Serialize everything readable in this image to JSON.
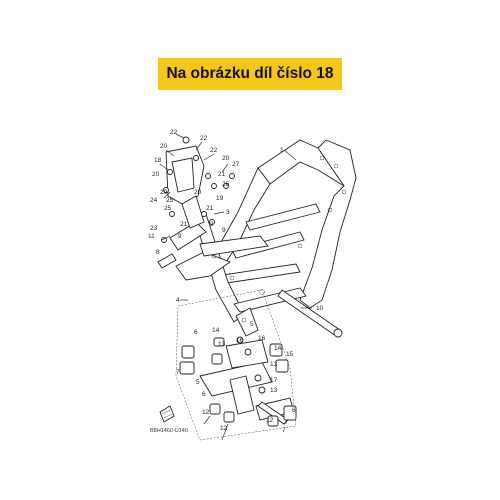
{
  "banner": {
    "text": "Na obrázku díl číslo 18",
    "color": "#f5c518"
  },
  "diagram": {
    "code": "B8H1460-U140",
    "callouts": [
      "1",
      "2",
      "3",
      "4",
      "5",
      "6",
      "7",
      "8",
      "9",
      "10",
      "11",
      "12",
      "13",
      "14",
      "15",
      "16",
      "17",
      "18",
      "19",
      "20",
      "21",
      "22",
      "23",
      "24",
      "25",
      "26",
      "27"
    ]
  }
}
